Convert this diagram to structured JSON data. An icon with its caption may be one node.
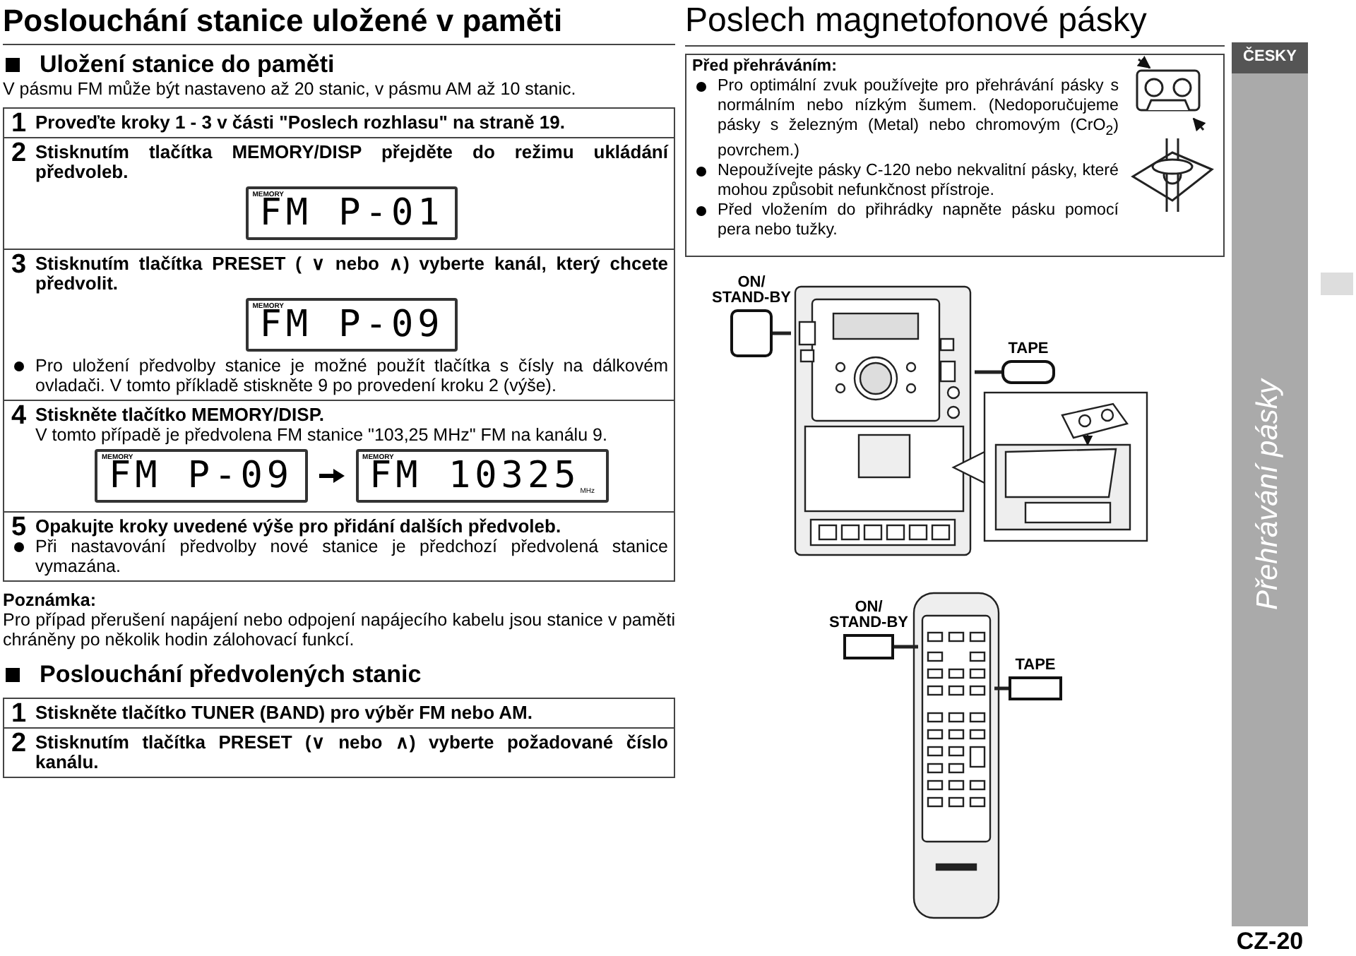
{
  "diagram": {
    "nodes": [
      {
        "text": [
          "ON/ STAND-BY"
        ]
      },
      {
        "text": [
          "TAPE"
        ]
      },
      {
        "text": [
          "ON/ STAND-BY"
        ]
      },
      {
        "text": [
          "TAPE"
        ]
      }
    ],
    "edges": [
      {
        "from": 0,
        "to": null,
        "arrow": "none"
      },
      {
        "from": 1,
        "to": null,
        "arrow": "none"
      },
      {
        "from": 2,
        "to": null,
        "arrow": "none"
      },
      {
        "from": 3,
        "to": null,
        "arrow": "none"
      }
    ],
    "labels": [
      "Poslouchání stanice uložené v paměti",
      "Uložení stanice do paměti",
      "V pásmu FM může být nastaveno až 20 stanic, v pásmu AM až 10 stanic.",
      "1",
      "Proveďte kroky 1 - 3 v části \"Poslech rozhlasu\" na straně 19.",
      "2",
      "Stisknutím tlačítka MEMORY/DISP přejděte do režimu ukládání předvoleb.",
      "MEMORY",
      "FM P-01",
      "3",
      "Stisknutím tlačítka PRESET ( ∨ nebo ∧) vyberte kanál, který chcete předvolit.",
      "MEMORY",
      "FM P-09",
      "Pro uložení předvolby stanice je možné použít tlačítka s čísly na dálkovém ovladači. V tomto příkladě stiskněte 9 po provedení kroku 2 (výše).",
      "4",
      "Stiskněte tlačítko MEMORY/DISP.",
      "V tomto případě je předvolena FM stanice \"103,25 MHz\" FM na kanálu 9.",
      "MEMORY",
      "FM P-09",
      "MEMORY",
      "FM 10325",
      "MHz",
      "5",
      "Opakujte kroky uvedené výše pro přidání dalších předvoleb.",
      "Při nastavování předvolby nové stanice je předchozí předvolená stanice vymazána.",
      "Poznámka:",
      "Pro případ přerušení napájení nebo odpojení napájecího kabelu jsou stanice v paměti chráněny po několik hodin zálohovací funkcí.",
      "Poslouchání předvolených stanic",
      "1",
      "Stiskněte tlačítko TUNER (BAND) pro výběr FM nebo AM.",
      "2",
      "Stisknutím tlačítka PRESET (∨ nebo ∧) vyberte požadované číslo kanálu.",
      "Poslech magnetofonové pásky",
      "Před přehráváním:",
      "Pro optimální zvuk používejte pro přehrávání pásky s normálním nebo nízkým šumem. (Nedoporučujeme pásky s železným (Metal) nebo chromovým (CrO$_{2}$) povrchem.)",
      "Nepoužívejte pásky C-120 nebo nekvalitní pásky, které mohou způsobit nefunkčnost přístroje.",
      "Před vložením do přihrádky napněte pásku pomocí pera nebo tužky.",
      "ČESKY",
      "Přehrávání pásky",
      "CZ-20"
    ]
  }
}
